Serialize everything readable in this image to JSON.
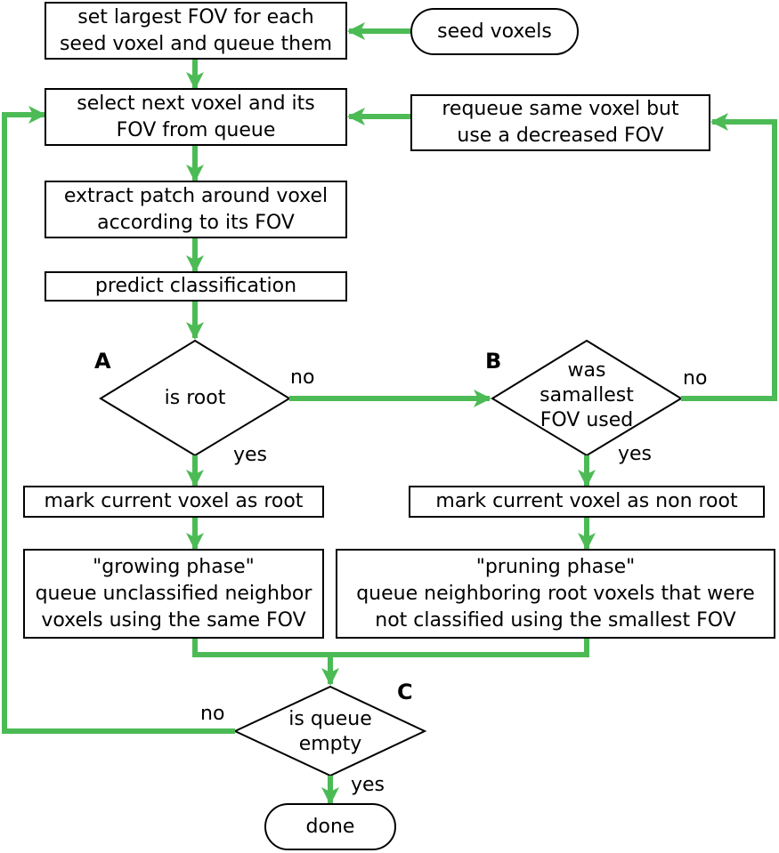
{
  "diagram": {
    "colors": {
      "arrow": "#4cbb55",
      "stroke": "#000000",
      "fill": "#ffffff"
    },
    "nodes": {
      "set_largest_fov": "set largest FOV for each\nseed voxel and queue them",
      "seed_voxels": "seed voxels",
      "select_next": "select next voxel and its\nFOV from queue",
      "requeue": "requeue same voxel but\nuse a decreased FOV",
      "extract_patch": "extract patch around voxel\naccording to its FOV",
      "predict": "predict classification",
      "is_root": "is root",
      "smallest_fov": "was\nsamallest\nFOV used",
      "mark_root": "mark current voxel as root",
      "mark_non_root": "mark current voxel as non root",
      "growing": "\"growing phase\"\nqueue unclassified neighbor\nvoxels using the same FOV",
      "pruning": "\"pruning phase\"\nqueue neighboring root voxels that were\nnot classified using the smallest FOV",
      "is_queue_empty": "is queue\nempty",
      "done": "done"
    },
    "edge_labels": {
      "a_no": "no",
      "a_yes": "yes",
      "b_no": "no",
      "b_yes": "yes",
      "c_no": "no",
      "c_yes": "yes"
    },
    "decision_letters": {
      "a": "A",
      "b": "B",
      "c": "C"
    }
  }
}
